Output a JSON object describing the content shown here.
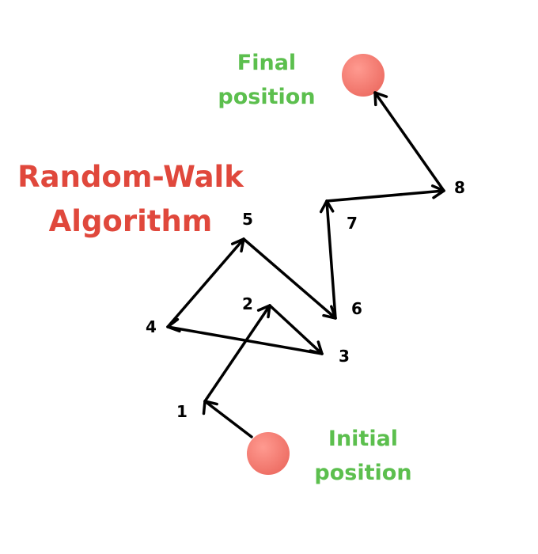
{
  "title": {
    "line1": "Random-Walk",
    "line2": "Algorithm"
  },
  "final_position": {
    "line1": "Final",
    "line2": "position"
  },
  "initial_position": {
    "line1": "Initial",
    "line2": "position"
  },
  "steps": [
    "1",
    "2",
    "3",
    "4",
    "5",
    "6",
    "7",
    "8"
  ],
  "colors": {
    "title": "#e0483c",
    "position_label": "#5cbf4e",
    "marker": "#ec6a60",
    "marker_highlight": "#ff9a90",
    "arrow": "#000000",
    "step_label": "#000000"
  }
}
